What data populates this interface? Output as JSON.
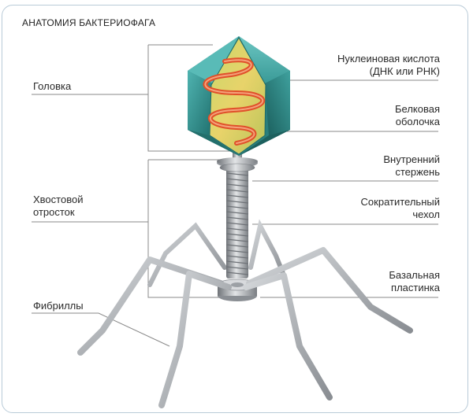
{
  "title": "АНАТОМИЯ БАКТЕРИОФАГА",
  "labels": {
    "head": "Головка",
    "tail": [
      "Хвостовой",
      "отросток"
    ],
    "fibers": "Фибриллы",
    "nucleic": [
      "Нуклеиновая кислота",
      "(ДНК или РНК)"
    ],
    "capsid": [
      "Белковая",
      "оболочка"
    ],
    "core": [
      "Внутренний",
      "стержень"
    ],
    "sheath": [
      "Сократительный",
      "чехол"
    ],
    "baseplate": [
      "Базальная",
      "пластинка"
    ]
  },
  "colors": {
    "frame": "#b9cbd8",
    "capsid": "#2e8f8c",
    "nucleic": "#e0502a",
    "tail": "#9a9ea3",
    "leader": "#7a7a7a"
  }
}
